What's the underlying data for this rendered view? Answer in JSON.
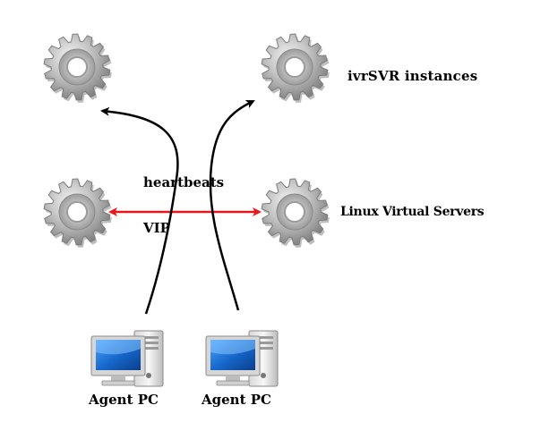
{
  "labels": {
    "ivrsvr_instances": "ivrSVR instances",
    "linux_virtual_servers": "Linux Virtual Servers",
    "heartbeats": "heartbeats",
    "vip": "VIP",
    "agent_pc_1": "Agent PC",
    "agent_pc_2": "Agent PC"
  },
  "icons": {
    "server": "gear-icon",
    "client": "desktop-computer-icon"
  },
  "colors": {
    "heartbeat_link": "#e8161b",
    "traffic_arrow": "#000000",
    "gear_body": "#9a9a9a",
    "monitor_screen": "#1565c8"
  }
}
